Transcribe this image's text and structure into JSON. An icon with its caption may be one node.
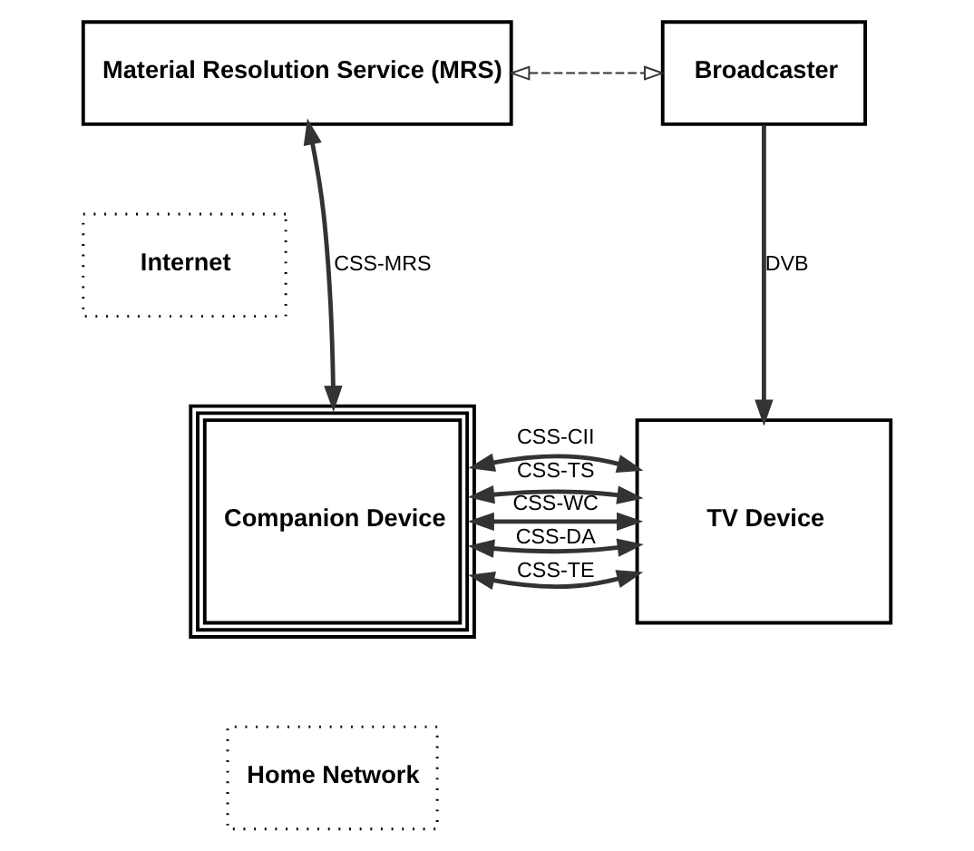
{
  "diagram": {
    "nodes": [
      {
        "text": [
          "Material Resolution Service (MRS)"
        ]
      },
      {
        "text": [
          "Broadcaster"
        ]
      },
      {
        "text": [
          "Internet"
        ]
      },
      {
        "text": [
          "Companion Device"
        ]
      },
      {
        "text": [
          "Home Network"
        ]
      },
      {
        "text": [
          "TV Device"
        ]
      }
    ],
    "edges": [
      {
        "from": 0,
        "to": 1,
        "arrow": "both",
        "style": "dashed"
      },
      {
        "from": 1,
        "to": 5,
        "arrow": "to",
        "label": "DVB"
      },
      {
        "from": 0,
        "to": 3,
        "arrow": "both",
        "label": "CSS-MRS"
      },
      {
        "from": 3,
        "to": 5,
        "arrow": "both",
        "label": "CSS-DA"
      },
      {
        "from": 3,
        "to": 5,
        "arrow": "both",
        "label": "CSS-CII"
      },
      {
        "from": 3,
        "to": 5,
        "arrow": "both",
        "label": "CSS-WC"
      },
      {
        "from": 3,
        "to": 5,
        "arrow": "both",
        "label": "CSS-TS"
      },
      {
        "from": 3,
        "to": 5,
        "arrow": "both",
        "label": "CSS-TE"
      }
    ]
  }
}
